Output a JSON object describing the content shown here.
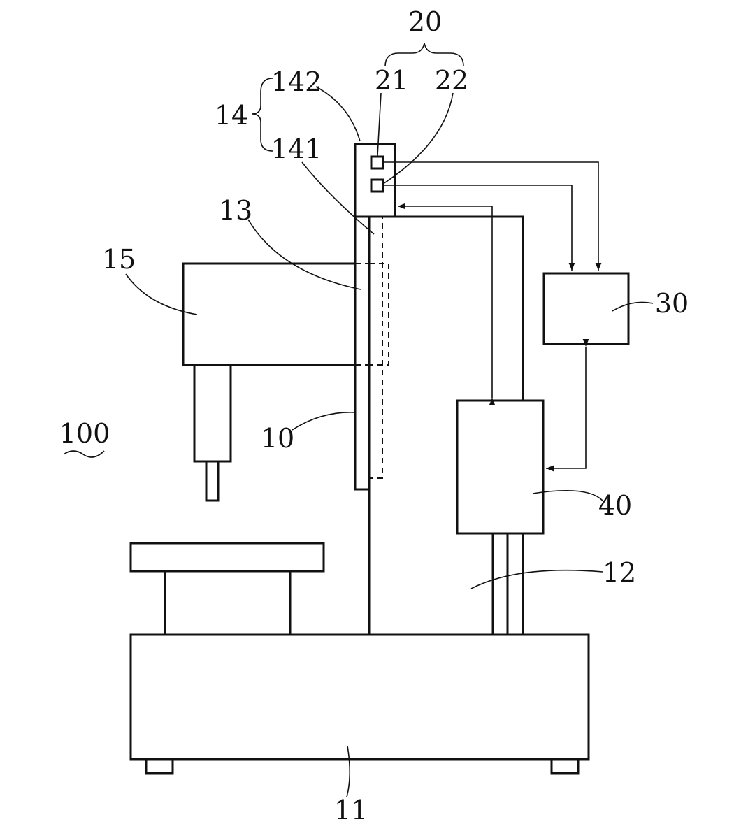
{
  "figure": {
    "labels": {
      "l100": "100",
      "l10": "10",
      "l11": "11",
      "l12": "12",
      "l13": "13",
      "l14": "14",
      "l141": "141",
      "l142": "142",
      "l15": "15",
      "l20": "20",
      "l21": "21",
      "l22": "22",
      "l30": "30",
      "l40": "40"
    }
  }
}
